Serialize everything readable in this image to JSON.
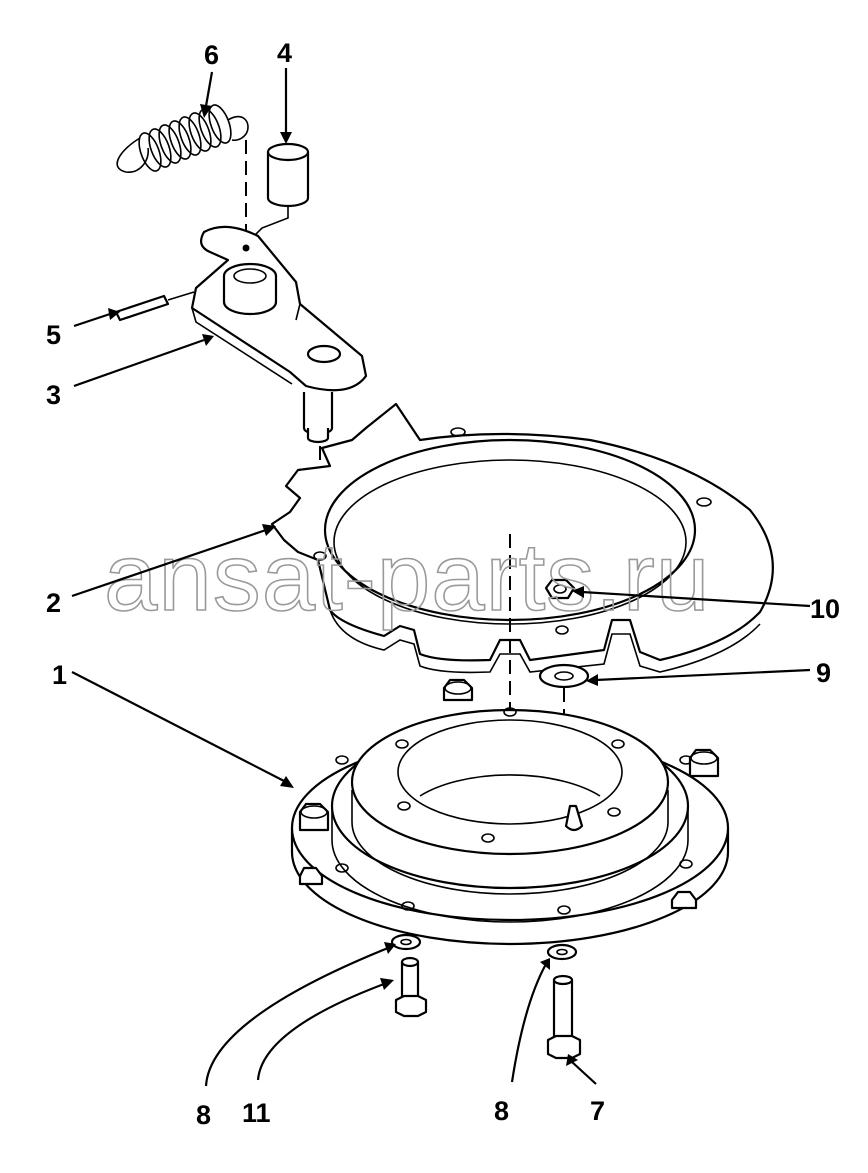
{
  "watermark": "ansat-parts.ru",
  "callouts": {
    "c1": "1",
    "c2": "2",
    "c3": "3",
    "c4": "4",
    "c5": "5",
    "c6": "6",
    "c7": "7",
    "c8a": "8",
    "c8b": "8",
    "c9": "9",
    "c10": "10",
    "c11": "11"
  },
  "colors": {
    "line": "#000000",
    "background": "#ffffff",
    "watermark": "#9a9a9a"
  }
}
